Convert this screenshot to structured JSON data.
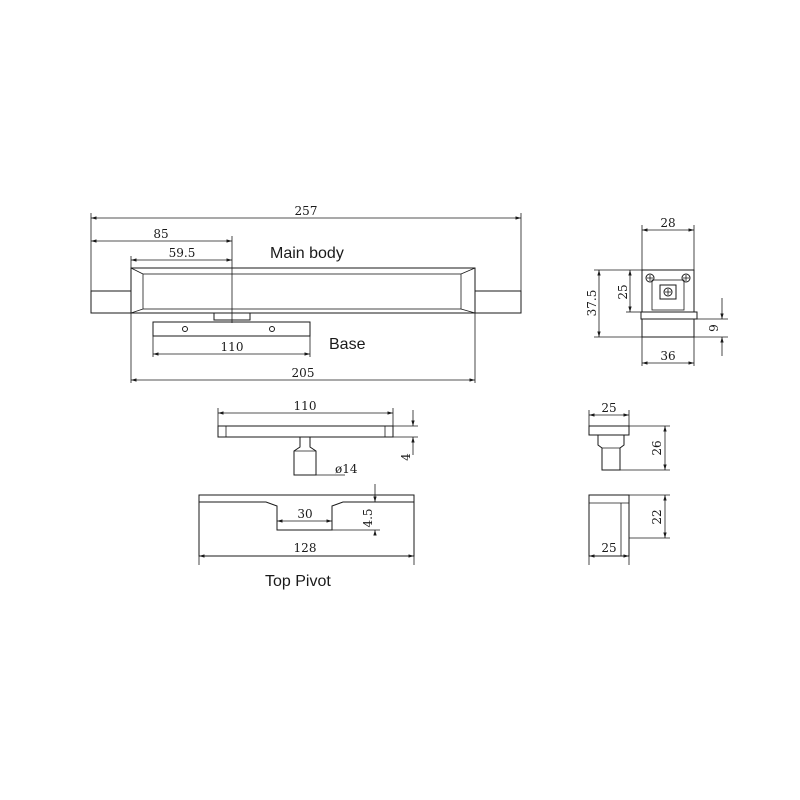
{
  "labels": {
    "main_body": "Main body",
    "base": "Base",
    "top_pivot": "Top Pivot"
  },
  "dimensions": {
    "overall_length": "257",
    "offset_85": "85",
    "offset_59_5": "59.5",
    "base_length": "110",
    "body_length": "205",
    "side_width": "28",
    "side_height_37_5": "37.5",
    "side_height_25": "25",
    "side_base_height": "9",
    "side_base_width": "36",
    "pivot_plate_length": "110",
    "pivot_plate_thickness": "4",
    "pivot_pin_diameter": "ø14",
    "pivot_slot_width": "30",
    "pivot_slot_depth": "4.5",
    "pivot_base_length": "128",
    "pivot_side_top_width": "25",
    "pivot_side_height_26": "26",
    "pivot_side_height_22": "22",
    "pivot_side_bottom_width": "25"
  }
}
